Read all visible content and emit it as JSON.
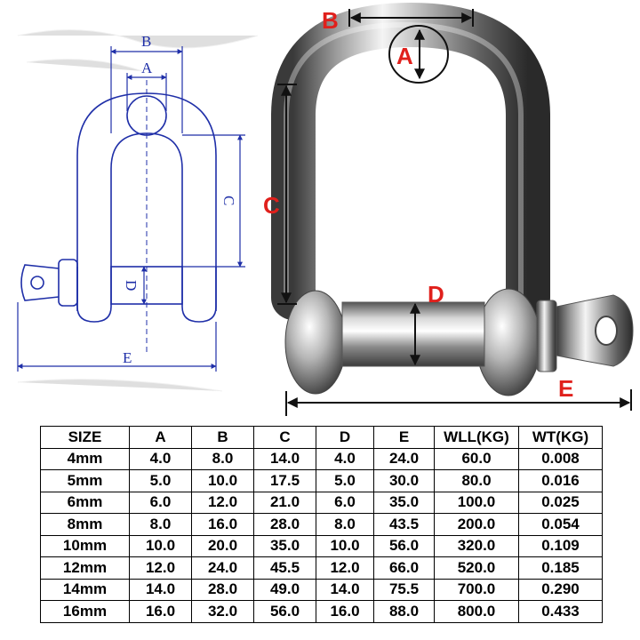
{
  "drawing": {
    "labels": {
      "a": "A",
      "b": "B",
      "c": "C",
      "d": "D",
      "e": "E"
    },
    "line_color": "#1f2fa8"
  },
  "photo": {
    "labels": {
      "a": "A",
      "b": "B",
      "c": "C",
      "d": "D",
      "e": "E"
    },
    "label_color": "#e0201c"
  },
  "table": {
    "headers": [
      "SIZE",
      "A",
      "B",
      "C",
      "D",
      "E",
      "WLL(KG)",
      "WT(KG)"
    ],
    "rows": [
      [
        "4mm",
        "4.0",
        "8.0",
        "14.0",
        "4.0",
        "24.0",
        "60.0",
        "0.008"
      ],
      [
        "5mm",
        "5.0",
        "10.0",
        "17.5",
        "5.0",
        "30.0",
        "80.0",
        "0.016"
      ],
      [
        "6mm",
        "6.0",
        "12.0",
        "21.0",
        "6.0",
        "35.0",
        "100.0",
        "0.025"
      ],
      [
        "8mm",
        "8.0",
        "16.0",
        "28.0",
        "8.0",
        "43.5",
        "200.0",
        "0.054"
      ],
      [
        "10mm",
        "10.0",
        "20.0",
        "35.0",
        "10.0",
        "56.0",
        "320.0",
        "0.109"
      ],
      [
        "12mm",
        "12.0",
        "24.0",
        "45.5",
        "12.0",
        "66.0",
        "520.0",
        "0.185"
      ],
      [
        "14mm",
        "14.0",
        "28.0",
        "49.0",
        "14.0",
        "75.5",
        "700.0",
        "0.290"
      ],
      [
        "16mm",
        "16.0",
        "32.0",
        "56.0",
        "16.0",
        "88.0",
        "800.0",
        "0.433"
      ]
    ]
  }
}
